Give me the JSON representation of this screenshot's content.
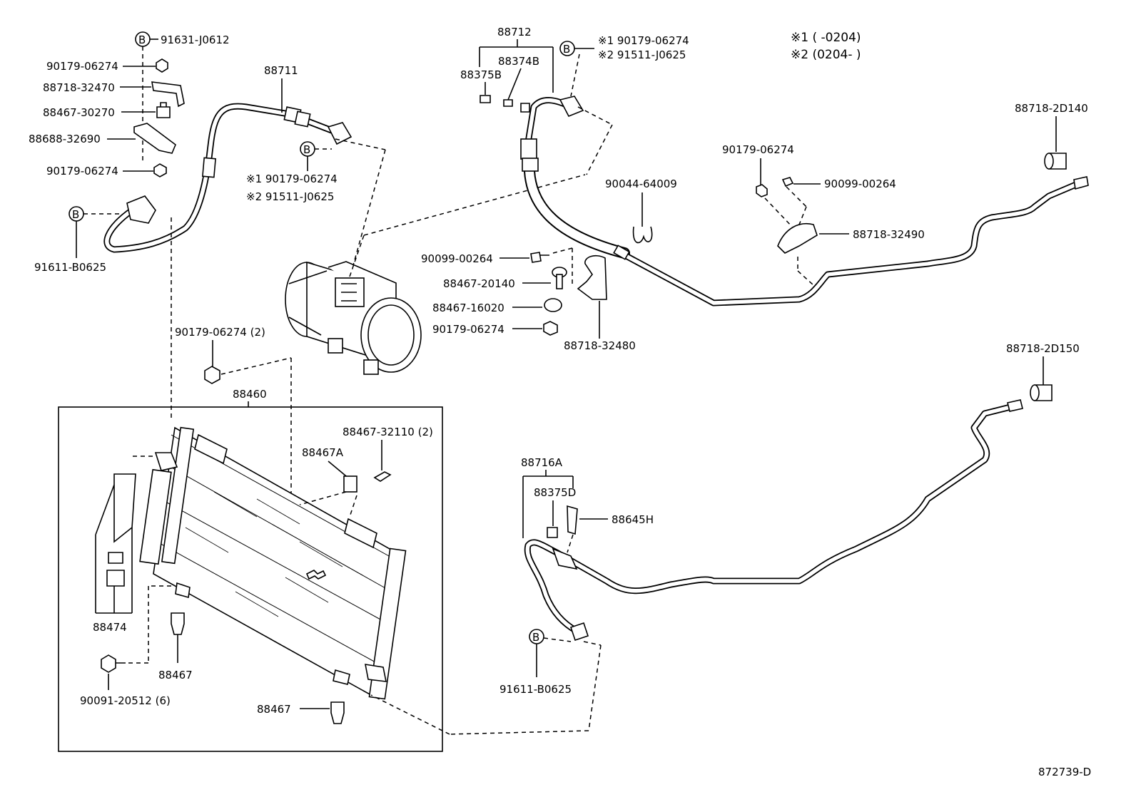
{
  "diagram": {
    "figure_id": "872739-D",
    "notes": {
      "n1": "※1 (      -0204)",
      "n2": "※2 (0204-      )"
    },
    "markers": {
      "b": "B"
    },
    "labels": {
      "p91631_J0612": "91631-J0612",
      "p90179_06274_a": "90179-06274",
      "p88718_32470": "88718-32470",
      "p88467_30270": "88467-30270",
      "p88688_32690": "88688-32690",
      "p90179_06274_b": "90179-06274",
      "p91611_B0625_a": "91611-B0625",
      "p88711": "88711",
      "p88711_n1": "※1 90179-06274",
      "p88711_n2": "※2 91511-J0625",
      "p88712": "88712",
      "p88374B": "88374B",
      "p88375B": "88375B",
      "p88712_n1": "※1 90179-06274",
      "p88712_n2": "※2 91511-J0625",
      "p88718_2D140": "88718-2D140",
      "p90179_06274_c": "90179-06274",
      "p90099_00264_a": "90099-00264",
      "p90044_64009": "90044-64009",
      "p88718_32490": "88718-32490",
      "p90099_00264_b": "90099-00264",
      "p88467_20140": "88467-20140",
      "p88467_16020": "88467-16020",
      "p90179_06274_d": "90179-06274",
      "p88718_32480": "88718-32480",
      "p90179_06274_2": "90179-06274 (2)",
      "p88460": "88460",
      "p88467_32110_2": "88467-32110 (2)",
      "p88467A": "88467A",
      "p88474": "88474",
      "p88467_a": "88467",
      "p90091_20512_6": "90091-20512 (6)",
      "p88467_b": "88467",
      "p88718_2D150": "88718-2D150",
      "p88716A": "88716A",
      "p88375D": "88375D",
      "p88645H": "88645H",
      "p91611_B0625_b": "91611-B0625"
    }
  }
}
